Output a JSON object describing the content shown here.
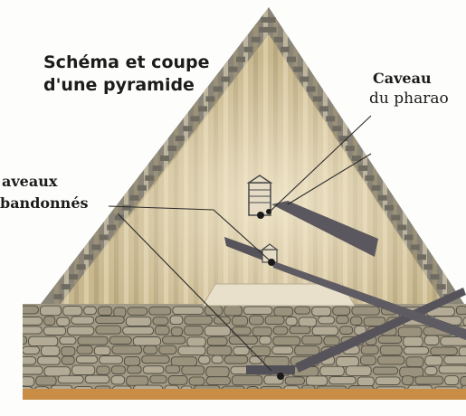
{
  "title": {
    "line1": "Schéma et coupe",
    "line2": "d'une pyramide"
  },
  "labels": {
    "king_chamber_line1": "Caveau",
    "king_chamber_line2": "du pharao",
    "abandoned_line1": "aveaux",
    "abandoned_line2": "bandonnés"
  },
  "colors": {
    "background": "#fdfdfb",
    "pyramid_outer": "#8a8578",
    "pyramid_interior": "#c9b88e",
    "stripe_light": "#e8dcbc",
    "stripe_dark": "#a89a76",
    "ground_stone": "#a29a85",
    "stone_outline": "#4e4a40",
    "sand_strip": "#c98d46",
    "passage": "#56545a",
    "leader_line": "#2a2a2a",
    "chamber_dot": "#1a1a1a"
  }
}
